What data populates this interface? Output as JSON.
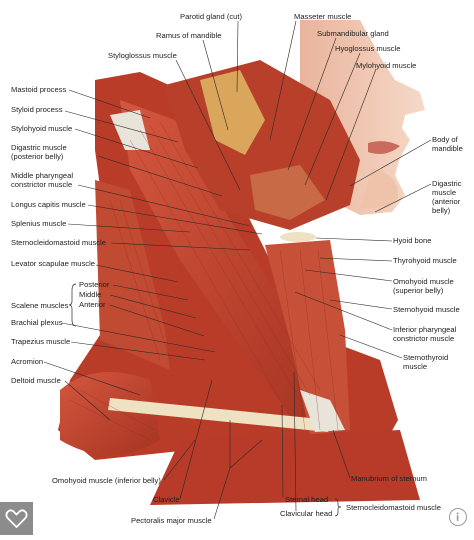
{
  "labels": {
    "parotid": "Parotid gland (cut)",
    "masseter": "Masseter muscle",
    "ramus": "Ramus of mandible",
    "submandibular": "Submandibular gland",
    "styloglossus": "Styloglossus muscle",
    "hyoglossus": "Hyoglossus muscle",
    "mylohyoid": "Mylohyoid muscle",
    "mastoid": "Mastoid process",
    "styloid": "Styloid process",
    "stylohyoid": "Stylohyoid muscle",
    "digastric_post_1": "Digastric muscle",
    "digastric_post_2": "(posterior belly)",
    "middle_phar_1": "Middle pharyngeal",
    "middle_phar_2": "constrictor muscle",
    "longus": "Longus capitis muscle",
    "splenius": "Splenius muscle",
    "scm": "Sternocleidomastoid muscle",
    "levator": "Levator scapulae muscle",
    "scalene": "Scalene muscles",
    "posterior": "Posterior",
    "middle": "Middle",
    "anterior": "Anterior",
    "brachial": "Brachial plexus",
    "trapezius": "Trapezius muscle",
    "acromion": "Acromion",
    "deltoid": "Deltoid muscle",
    "body_mand_1": "Body of",
    "body_mand_2": "mandible",
    "digastric_ant_1": "Digastric",
    "digastric_ant_2": "muscle",
    "digastric_ant_3": "(anterior",
    "digastric_ant_4": "belly)",
    "hyoid": "Hyoid bone",
    "thyrohyoid": "Thyrohyoid muscle",
    "omohyoid_sup_1": "Omohyoid muscle",
    "omohyoid_sup_2": "(superior belly)",
    "sternohyoid": "Sternohyoid muscle",
    "inf_phar_1": "Inferior pharyngeal",
    "inf_phar_2": "constrictor muscle",
    "sternothyroid_1": "Sternothyroid",
    "sternothyroid_2": "muscle",
    "manubrium": "Manubrium of sternum",
    "omohyoid_inf": "Omohyoid muscle (inferior belly)",
    "clavicle": "Clavicle",
    "pectoralis": "Pectoralis major muscle",
    "sternal_head": "Sternal head",
    "clavicular_head": "Clavicular head",
    "scm_bottom": "Sternocleidomastoid muscle"
  },
  "colors": {
    "muscle": "#c5442f",
    "muscle_dark": "#8e2a1c",
    "muscle_light": "#e07a60",
    "skin": "#f0c9b4",
    "tendon": "#e9e4da",
    "bone": "#efe2c2",
    "gland": "#d9a65c",
    "leader": "#2a2a2a"
  },
  "icons": {
    "favorite": "heart-icon",
    "info": "info-icon"
  }
}
